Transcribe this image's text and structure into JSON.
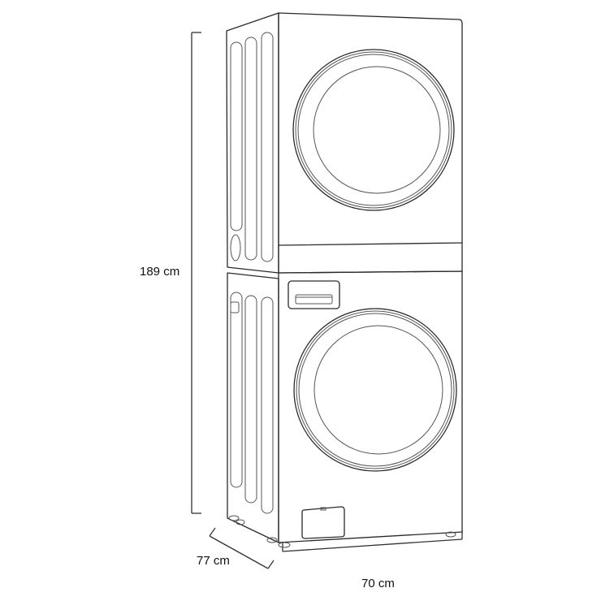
{
  "figure": {
    "subject": "stacked washer and dryer tower",
    "line_color": "#2a2a2a",
    "background": "#ffffff"
  },
  "dimensions": {
    "height": {
      "label": "189 cm",
      "value": 189,
      "unit": "cm"
    },
    "depth": {
      "label": "77 cm",
      "value": 77,
      "unit": "cm"
    },
    "width": {
      "label": "70 cm",
      "value": 70,
      "unit": "cm"
    }
  },
  "units": {
    "upper": {
      "name": "dryer",
      "features": [
        "round door",
        "side panel ribs"
      ]
    },
    "lower": {
      "name": "washer",
      "features": [
        "detergent drawer",
        "round door",
        "filter access panel",
        "side panel ribs",
        "adjustable feet"
      ]
    }
  }
}
